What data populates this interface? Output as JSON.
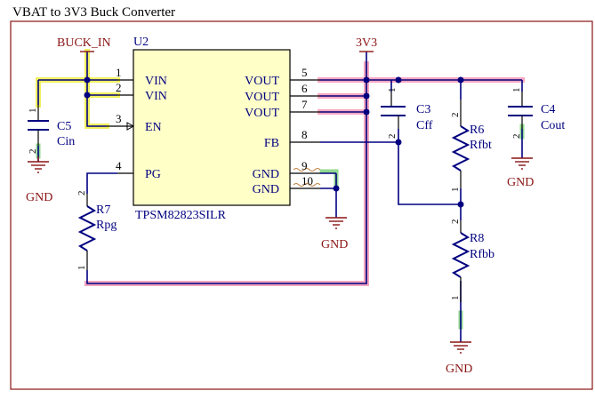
{
  "sheet": {
    "title": "VBAT to 3V3 Buck Converter",
    "border_color": "#8a1414",
    "wire_color": "#000080",
    "body_fill": "#ffffc8"
  },
  "nets": {
    "buck_in": "BUCK_IN",
    "v3v3": "3V3",
    "gnd": "GND"
  },
  "highlights": {
    "buck_in": "#f0f060",
    "v3v3": "#f4a6bf",
    "gnd": "#90d890"
  },
  "u2": {
    "refdes": "U2",
    "part": "TPSM82823SILR",
    "pins_left": [
      {
        "num": "1",
        "name": "VIN"
      },
      {
        "num": "2",
        "name": "VIN"
      },
      {
        "num": "3",
        "name": "EN"
      },
      {
        "num": "4",
        "name": "PG"
      }
    ],
    "pins_right": [
      {
        "num": "5",
        "name": "VOUT"
      },
      {
        "num": "6",
        "name": "VOUT"
      },
      {
        "num": "7",
        "name": "VOUT"
      },
      {
        "num": "8",
        "name": "FB"
      },
      {
        "num": "9",
        "name": "GND"
      },
      {
        "num": "10",
        "name": "GND"
      }
    ]
  },
  "components": {
    "c5": {
      "refdes": "C5",
      "value": "Cin",
      "pin1": "1",
      "pin2": "2"
    },
    "c3": {
      "refdes": "C3",
      "value": "Cff",
      "pin1": "1",
      "pin2": "2"
    },
    "c4": {
      "refdes": "C4",
      "value": "Cout",
      "pin1": "1",
      "pin2": "2"
    },
    "r7": {
      "refdes": "R7",
      "value": "Rpg",
      "pin1": "1",
      "pin2": "2"
    },
    "r6": {
      "refdes": "R6",
      "value": "Rfbt",
      "pin1": "1",
      "pin2": "2"
    },
    "r8": {
      "refdes": "R8",
      "value": "Rfbb",
      "pin1": "1",
      "pin2": "2"
    }
  }
}
